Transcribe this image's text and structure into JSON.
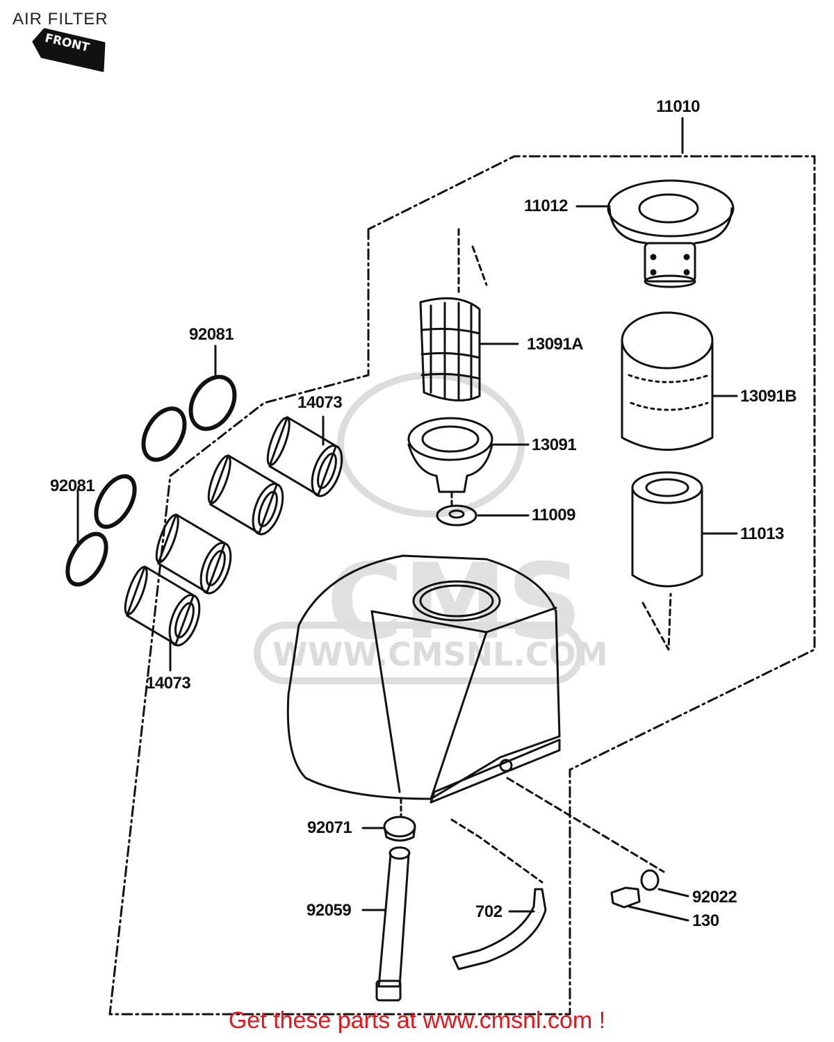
{
  "title": "AIR FILTER",
  "front_tag": "FRONT",
  "watermark": {
    "big": "CMS",
    "url": "WWW.CMSNL.COM"
  },
  "callouts": {
    "p11010": "11010",
    "p11012": "11012",
    "p13091A": "13091A",
    "p13091B": "13091B",
    "p13091": "13091",
    "p11009": "11009",
    "p11013": "11013",
    "p92081_top": "92081",
    "p92081_left": "92081",
    "p14073_top": "14073",
    "p14073_bottom": "14073",
    "p92071": "92071",
    "p92059": "92059",
    "p702": "702",
    "p92022": "92022",
    "p130": "130"
  },
  "banner": "Get these parts at www.cmsnl.com !",
  "colors": {
    "banner": "#e8141b",
    "line": "#111111",
    "watermark": "#dcdcdc"
  }
}
